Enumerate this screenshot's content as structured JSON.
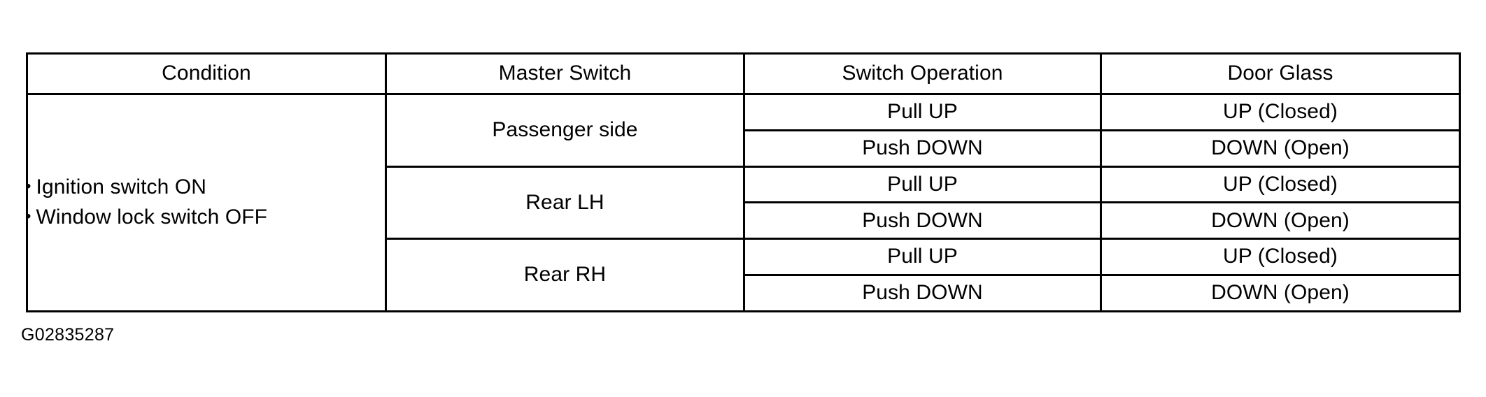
{
  "figure": {
    "caption": "G02835287"
  },
  "table": {
    "columns": [
      {
        "key": "condition",
        "label": "Condition"
      },
      {
        "key": "master_switch",
        "label": "Master Switch"
      },
      {
        "key": "switch_operation",
        "label": "Switch Operation"
      },
      {
        "key": "door_glass",
        "label": "Door Glass"
      }
    ],
    "condition": {
      "bullet": "•",
      "items": [
        "Ignition switch ON",
        "Window lock switch OFF"
      ]
    },
    "groups": [
      {
        "master_switch": "Passenger side",
        "rows": [
          {
            "switch_operation": "Pull UP",
            "door_glass": "UP (Closed)"
          },
          {
            "switch_operation": "Push DOWN",
            "door_glass": "DOWN (Open)"
          }
        ]
      },
      {
        "master_switch": "Rear LH",
        "rows": [
          {
            "switch_operation": "Pull UP",
            "door_glass": "UP (Closed)"
          },
          {
            "switch_operation": "Push DOWN",
            "door_glass": "DOWN (Open)"
          }
        ]
      },
      {
        "master_switch": "Rear RH",
        "rows": [
          {
            "switch_operation": "Pull UP",
            "door_glass": "UP (Closed)"
          },
          {
            "switch_operation": "Push DOWN",
            "door_glass": "DOWN (Open)"
          }
        ]
      }
    ]
  },
  "colors": {
    "ink": "#000000",
    "paper": "#ffffff"
  }
}
